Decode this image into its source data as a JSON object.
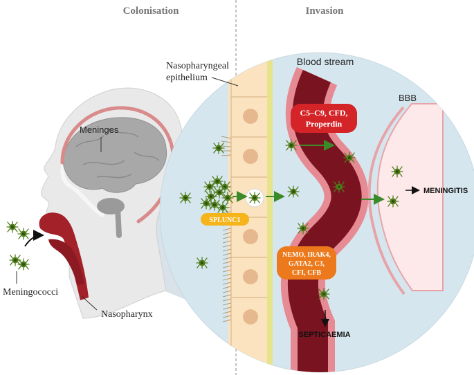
{
  "headers": {
    "colonisation": "Colonisation",
    "invasion": "Invasion"
  },
  "labels": {
    "meninges": "Meninges",
    "meningococci": "Meningococci",
    "nasopharynx": "Nasopharynx",
    "epithelium_line1": "Nasopharyngeal",
    "epithelium_line2": "epithelium",
    "blood_stream": "Blood stream",
    "bbb": "BBB",
    "meningitis": "MENINGITIS",
    "septicaemia": "SEPTICAEMIA"
  },
  "boxes": {
    "splunc1": "SPLUNC1",
    "complement_line1": "C5–C9, CFD,",
    "complement_line2": "Properdin",
    "genes_line1": "NEMO, IRAK4,",
    "genes_line2": "GATA2, C3,",
    "genes_line3": "CFI, CFB"
  },
  "colors": {
    "circle_bg": "#d6e6ee",
    "vessel": "#7a1320",
    "vessel_wall": "#e68a94",
    "red_box": "#d42427",
    "orange_box": "#ec7a1c",
    "yellow_box": "#f5b419",
    "bacteria": "#4f7d1a",
    "arrow_green": "#3b8a2a",
    "cell_fill": "#fbe3bf",
    "nucleus": "#e6b88e"
  }
}
